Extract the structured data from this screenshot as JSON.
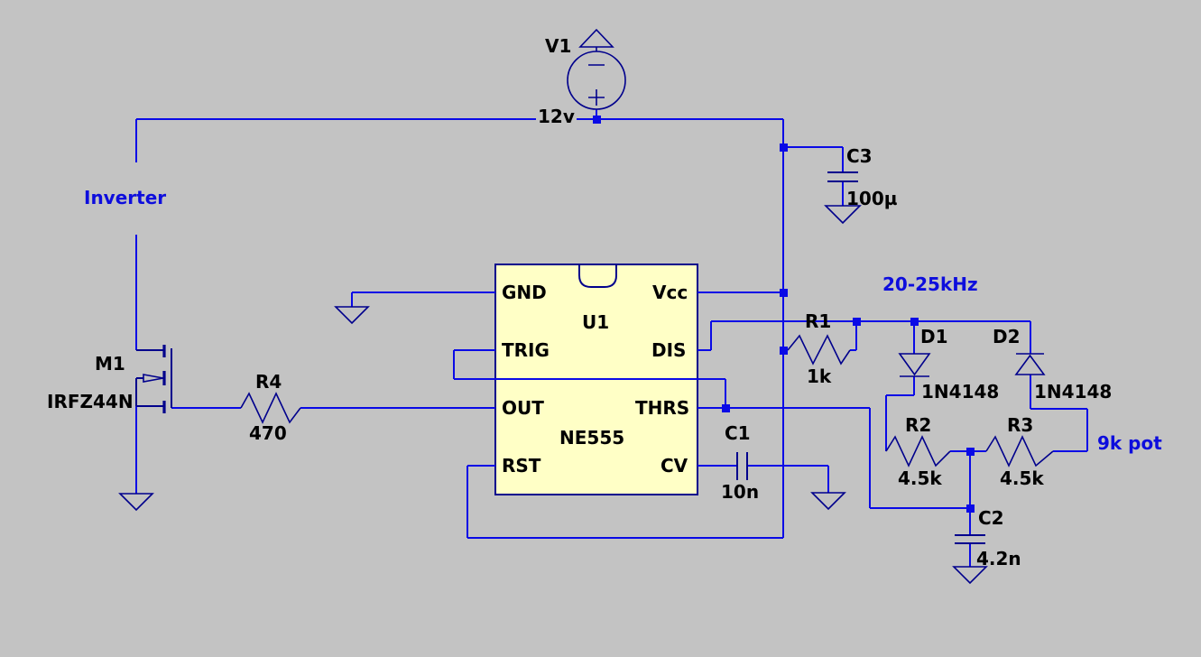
{
  "colors": {
    "bg": "#c3c3c3",
    "wire": "#0a0ae6",
    "comp": "#00008c",
    "ink": "#000000",
    "accent": "#0d0ddd",
    "ic_fill": "#ffffc6"
  },
  "components": {
    "v1": {
      "ref": "V1",
      "value": "12v"
    },
    "c3": {
      "ref": "C3",
      "value": "100µ"
    },
    "m1": {
      "ref": "M1",
      "value": "IRFZ44N"
    },
    "r4": {
      "ref": "R4",
      "value": "470"
    },
    "r1": {
      "ref": "R1",
      "value": "1k"
    },
    "d1": {
      "ref": "D1",
      "value": "1N4148"
    },
    "d2": {
      "ref": "D2",
      "value": "1N4148"
    },
    "r2": {
      "ref": "R2",
      "value": "4.5k"
    },
    "r3": {
      "ref": "R3",
      "value": "4.5k"
    },
    "c1": {
      "ref": "C1",
      "value": "10n"
    },
    "c2": {
      "ref": "C2",
      "value": "4.2n"
    },
    "u1": {
      "ref": "U1",
      "part": "NE555",
      "pins": {
        "gnd": "GND",
        "trig": "TRIG",
        "out": "OUT",
        "rst": "RST",
        "vcc": "Vcc",
        "dis": "DIS",
        "thrs": "THRS",
        "cv": "CV"
      }
    }
  },
  "annotations": {
    "inverter": "Inverter",
    "frequency": "20-25kHz",
    "pot": "9k pot"
  }
}
